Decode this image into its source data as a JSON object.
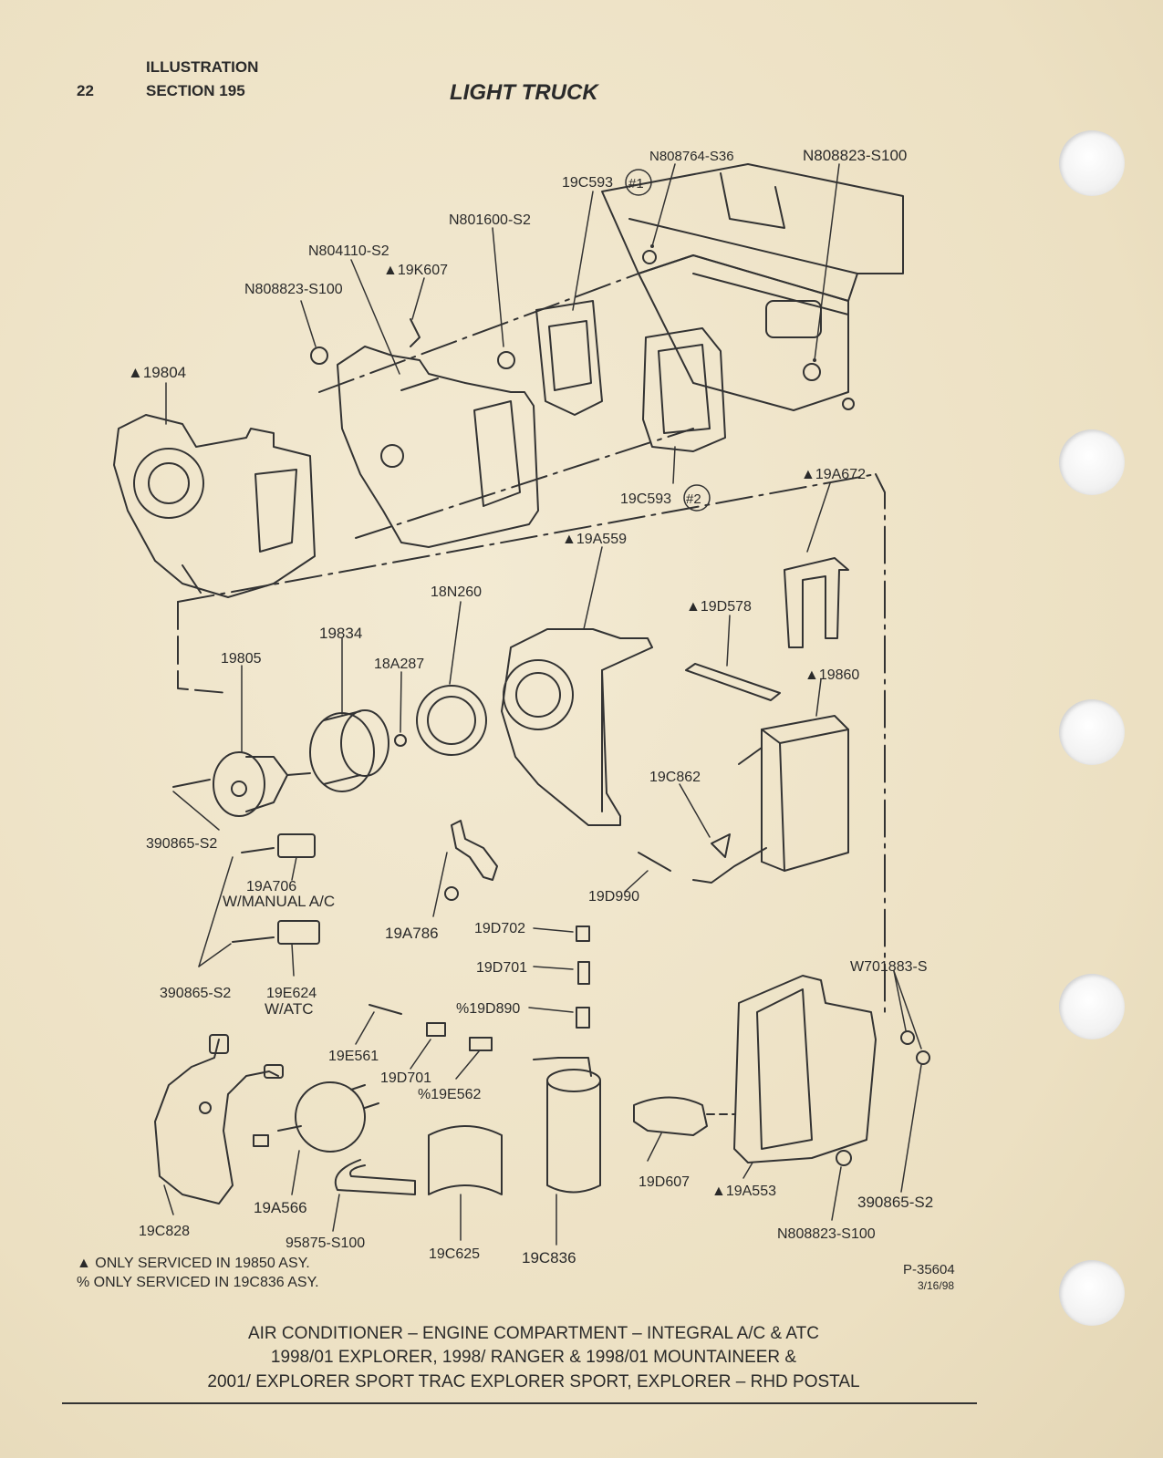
{
  "header": {
    "page_number": "22",
    "line1": "ILLUSTRATION",
    "line2": "SECTION 195",
    "title": "LIGHT TRUCK"
  },
  "labels": {
    "n808764_s36": "N808764-S36",
    "n808823_s100_top": "N808823-S100",
    "c19c593_1": "19C593",
    "c19c593_1_mark": "#1",
    "n801600_s2": "N801600-S2",
    "n804110_s2": "N804110-S2",
    "k19k607": "▲19K607",
    "n808823_s100_left": "N808823-S100",
    "p19804": "▲19804",
    "c19c593_2": "19C593",
    "c19c593_2_mark": "#2",
    "a19a672": "▲19A672",
    "a19a559": "▲19A559",
    "n18n260": "18N260",
    "d19d578": "▲19D578",
    "p19834": "19834",
    "p19805": "19805",
    "a18a287": "18A287",
    "a19860": "▲19860",
    "c19c862": "19C862",
    "s390865_s2_a": "390865-S2",
    "a19a706": "19A706",
    "manual_ac": "W/MANUAL A/C",
    "d19d990": "19D990",
    "a19a786": "19A786",
    "d19d702": "19D702",
    "d19d701_a": "19D701",
    "s390865_s2_b": "390865-S2",
    "e19e624": "19E624",
    "w_atc": "W/ATC",
    "w701883_s": "W701883-S",
    "d19d890": "%19D890",
    "e19e561": "19E561",
    "d19d701_b": "19D701",
    "e19e562": "%19E562",
    "d19d607": "19D607",
    "a19a553": "▲19A553",
    "s390865_s2_c": "390865-S2",
    "a19a566": "19A566",
    "c19c828": "19C828",
    "s95875_s100": "95875-S100",
    "c19c625": "19C625",
    "c19c836": "19C836",
    "n808823_s100_bot": "N808823-S100"
  },
  "notes": {
    "triangle": "▲ ONLY SERVICED IN 19850 ASY.",
    "percent": "% ONLY SERVICED IN 19C836 ASY."
  },
  "plate": {
    "number": "P-35604",
    "date": "3/16/98"
  },
  "caption": {
    "line1": "AIR CONDITIONER – ENGINE COMPARTMENT – INTEGRAL A/C & ATC",
    "line2": "1998/01 EXPLORER, 1998/ RANGER & 1998/01 MOUNTAINEER &",
    "line3": "2001/ EXPLORER SPORT TRAC EXPLORER SPORT, EXPLORER – RHD POSTAL"
  }
}
